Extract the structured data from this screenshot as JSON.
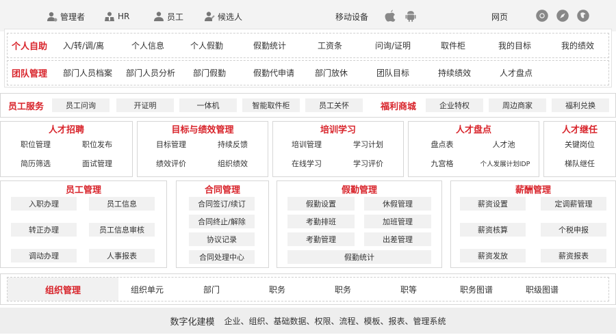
{
  "colors": {
    "accent": "#d8232a",
    "pill": "#f1f1f1",
    "border": "#d6d6d6",
    "headerbg": "#f3f3f3"
  },
  "top": {
    "roles": [
      {
        "label": "管理者",
        "icon": "admin-user-icon"
      },
      {
        "label": "HR",
        "icon": "hr-user-icon"
      },
      {
        "label": "员工",
        "icon": "employee-user-icon"
      },
      {
        "label": "候选人",
        "icon": "candidate-user-icon"
      }
    ],
    "mobile_label": "移动设备",
    "web_label": "网页"
  },
  "self_service": {
    "title": "个人自助",
    "items": [
      "入/转/调/离",
      "个人信息",
      "个人假勤",
      "假勤统计",
      "工资条",
      "问询/证明",
      "取件柜",
      "我的目标",
      "我的绩效"
    ]
  },
  "team_management": {
    "title": "团队管理",
    "items": [
      "部门人员档案",
      "部门人员分析",
      "部门假勤",
      "假勤代申请",
      "部门放休",
      "团队目标",
      "持续绩效",
      "人才盘点"
    ]
  },
  "employee_service": {
    "title": "员工服务",
    "items": [
      "员工问询",
      "开证明",
      "一体机",
      "智能取件柜",
      "员工关怀"
    ]
  },
  "welfare_mall": {
    "title": "福利商城",
    "items": [
      "企业特权",
      "周边商家",
      "福利兑换"
    ]
  },
  "talent_modules": [
    {
      "title": "人才招聘",
      "items": [
        "职位管理",
        "职位发布",
        "简历筛选",
        "面试管理"
      ]
    },
    {
      "title": "目标与绩效管理",
      "items": [
        "目标管理",
        "持续反馈",
        "绩效评价",
        "组织绩效"
      ]
    },
    {
      "title": "培训学习",
      "items": [
        "培训管理",
        "学习计划",
        "在线学习",
        "学习评价"
      ]
    },
    {
      "title": "人才盘点",
      "items": [
        "盘点表",
        "人才池",
        "九宫格",
        "个人发展计划IDP"
      ]
    },
    {
      "title": "人才继任",
      "items": [
        "关键岗位",
        "梯队继任"
      ]
    }
  ],
  "employee_mgmt": {
    "title": "员工管理",
    "items": [
      "入职办理",
      "员工信息",
      "转正办理",
      "员工信息审核",
      "调动办理",
      "人事报表"
    ]
  },
  "contract_mgmt": {
    "title": "合同管理",
    "items": [
      "合同签订/续订",
      "合同终止/解除",
      "协议记录",
      "合同处理中心"
    ]
  },
  "leave_mgmt": {
    "title": "假勤管理",
    "items": [
      "假勤设置",
      "休假管理",
      "考勤排班",
      "加班管理",
      "考勤管理",
      "出差管理",
      "假勤统计"
    ]
  },
  "salary_mgmt": {
    "title": "薪酬管理",
    "items": [
      "薪资设置",
      "定调薪管理",
      "薪资核算",
      "个税申报",
      "薪资发放",
      "薪资报表"
    ]
  },
  "org_mgmt": {
    "title": "组织管理",
    "items": [
      "组织单元",
      "部门",
      "职务",
      "职务",
      "职等",
      "职务图谱",
      "职级图谱"
    ]
  },
  "digital": {
    "title": "数字化建模",
    "desc": "企业、组织、基础数据、权限、流程、模板、报表、管理系统"
  }
}
